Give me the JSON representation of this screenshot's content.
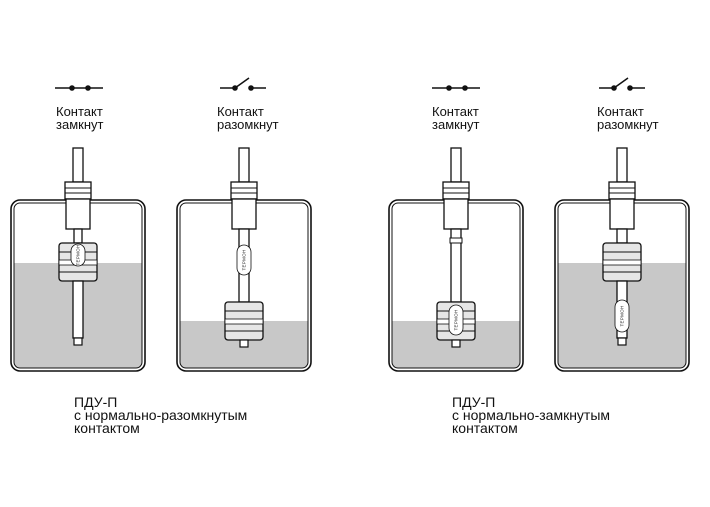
{
  "tanks": [
    {
      "contact_label_line1": "Контакт",
      "contact_label_line2": "замкнут",
      "switch_state": "closed",
      "level_percent": 63,
      "float_position": "up"
    },
    {
      "contact_label_line1": "Контакт",
      "contact_label_line2": "разомкнут",
      "switch_state": "open",
      "level_percent": 30,
      "float_position": "down"
    },
    {
      "contact_label_line1": "Контакт",
      "contact_label_line2": "замкнут",
      "switch_state": "closed",
      "level_percent": 30,
      "float_position": "down"
    },
    {
      "contact_label_line1": "Контакт",
      "contact_label_line2": "разомкнут",
      "switch_state": "open",
      "level_percent": 63,
      "float_position": "up"
    }
  ],
  "captions": [
    {
      "line1": "ПДУ-П",
      "line2": "с нормально-разомкнутым",
      "line3": "контактом"
    },
    {
      "line1": "ПДУ-П",
      "line2": "с нормально-замкнутым",
      "line3": "контактом"
    }
  ],
  "brand_mark": "ТЕРМОН",
  "colors": {
    "liquid": "#c8c8c8",
    "outline": "#111111",
    "float_fill": "#e6e6e6",
    "background": "#ffffff"
  }
}
